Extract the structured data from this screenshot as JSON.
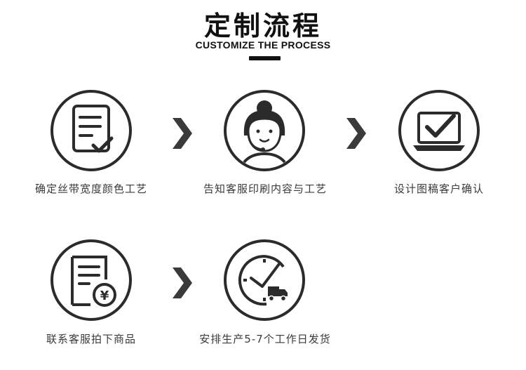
{
  "header": {
    "title": "定制流程",
    "subtitle": "CUSTOMIZE THE PROCESS"
  },
  "steps": [
    {
      "label": "确定丝带宽度颜色工艺",
      "icon": "document-check-icon"
    },
    {
      "label": "告知客服印刷内容与工艺",
      "icon": "customer-service-agent-icon"
    },
    {
      "label": "设计图稿客户确认",
      "icon": "laptop-check-icon"
    },
    {
      "label": "联系客服拍下商品",
      "icon": "invoice-yuan-icon"
    },
    {
      "label": "安排生产5-7个工作日发货",
      "icon": "clock-delivery-truck-icon"
    }
  ],
  "colors": {
    "icon_stroke": "#2b2b2b",
    "arrow": "#3a3a3a",
    "text": "#3a3a3a"
  }
}
